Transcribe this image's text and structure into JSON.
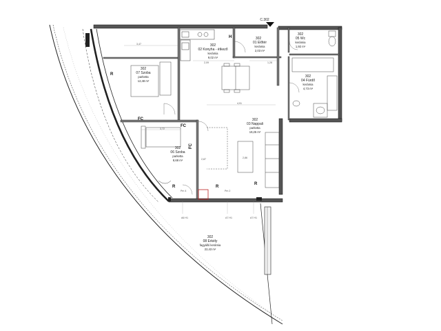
{
  "section_marker": "C.302",
  "rooms": [
    {
      "id": "01",
      "number": "302",
      "name": "01 Előtér",
      "finish": "kerámia",
      "area": "2,03 m²"
    },
    {
      "id": "02",
      "number": "302",
      "name": "02 Konyha - étkező",
      "finish": "kerámia",
      "area": "9,02 m²"
    },
    {
      "id": "03",
      "number": "302",
      "name": "03 Nappali",
      "finish": "parketta",
      "area": "19,25 m²"
    },
    {
      "id": "04",
      "number": "302",
      "name": "04 Fürdő",
      "finish": "kerámia",
      "area": "4,73 m²"
    },
    {
      "id": "05",
      "number": "302",
      "name": "05 Wc",
      "finish": "kerámia",
      "area": "1,92 m²"
    },
    {
      "id": "06",
      "number": "302",
      "name": "06 Szoba",
      "finish": "parketta",
      "area": "8,68 m²"
    },
    {
      "id": "07",
      "number": "302",
      "name": "07 Szoba",
      "finish": "parketta",
      "area": "12,48 m²"
    },
    {
      "id": "08",
      "number": "302",
      "name": "08 Erkély",
      "finish": "fagyálló kerámia",
      "area": "22,43 m²"
    }
  ],
  "symbols": {
    "fc": "FC",
    "r": "R",
    "h": "H",
    "pm4": "Pm 4",
    "pm2": "Pm 2"
  },
  "openings": {
    "a6": "A6 H1",
    "a7a": "A7 H1",
    "a7b": "A7 H1"
  },
  "dims": {
    "d1": "3,47",
    "d2": "2,09",
    "d3": "1,28",
    "d4": "4,91",
    "d5": "3,72",
    "d6": "2,86",
    "d7": "2,87"
  }
}
